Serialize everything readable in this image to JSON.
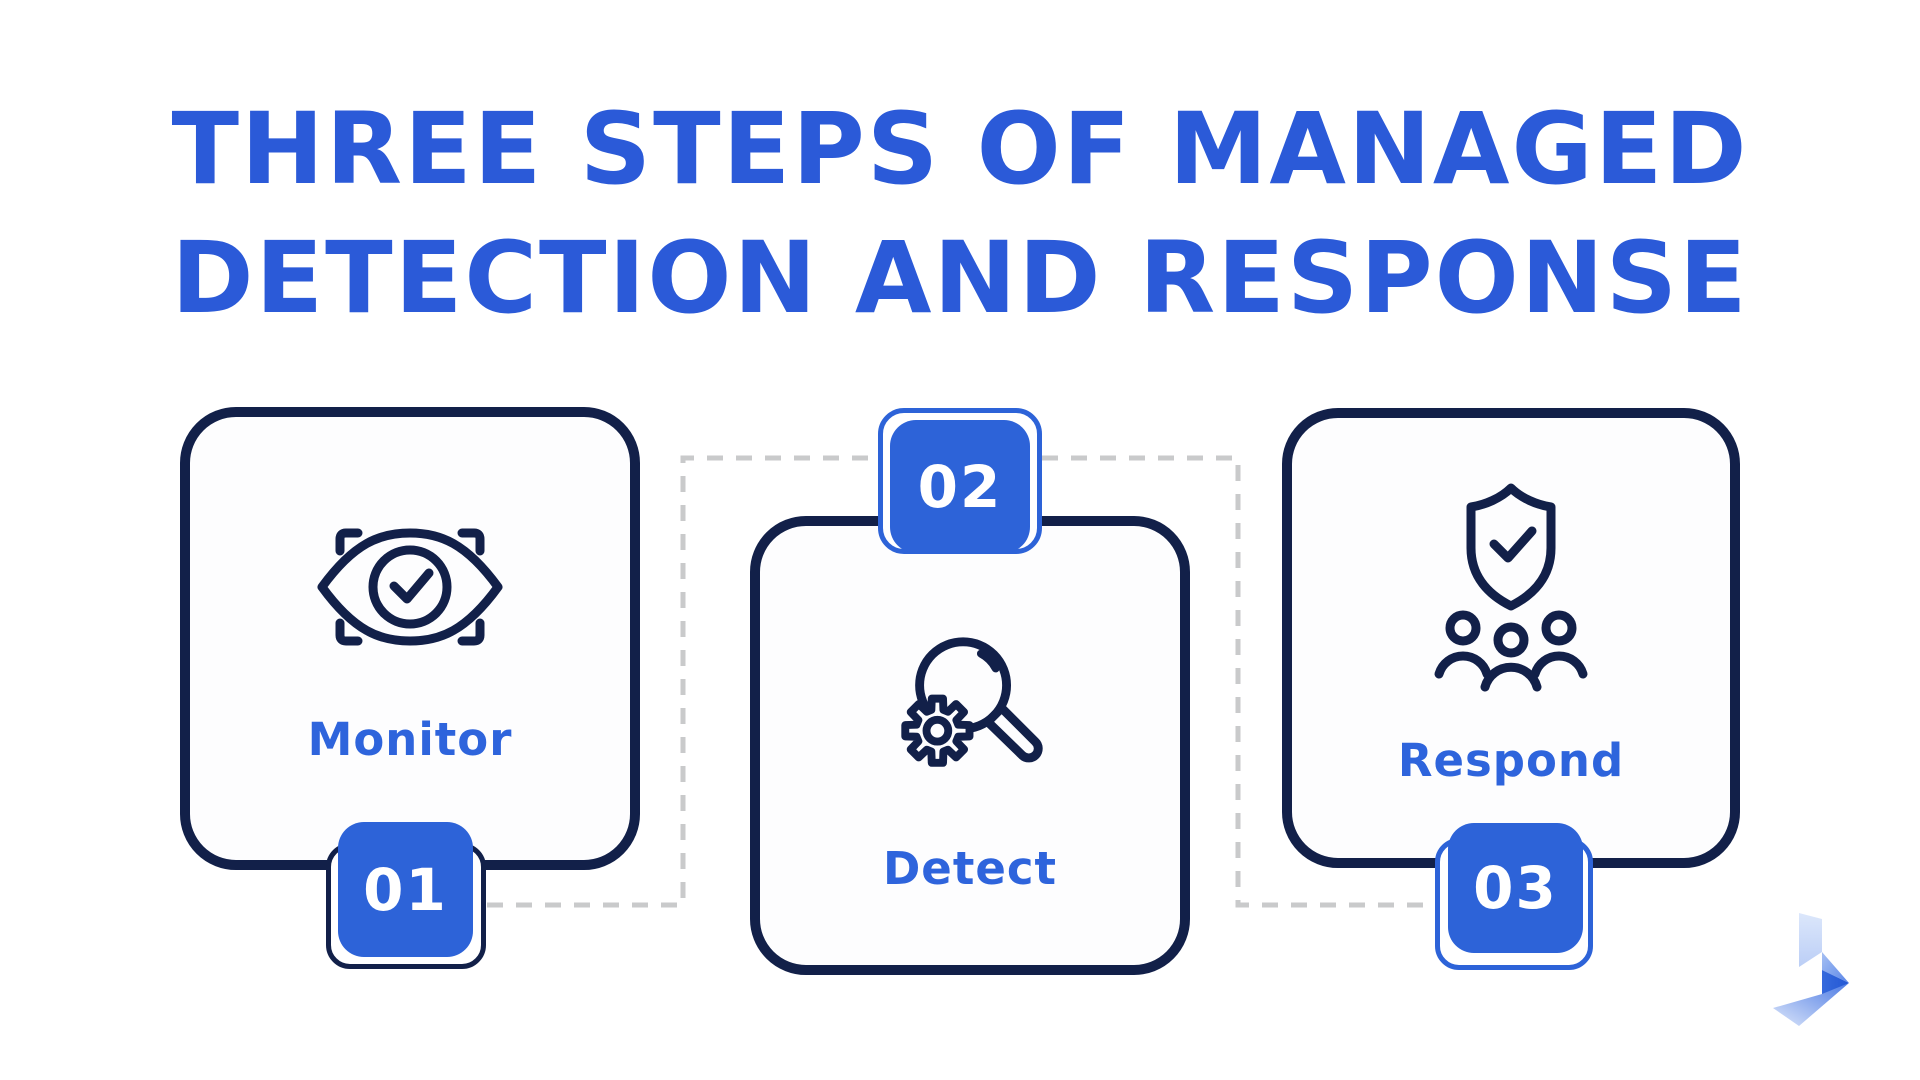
{
  "title": {
    "line1": "THREE STEPS OF MANAGED",
    "line2": "DETECTION AND RESPONSE"
  },
  "steps": [
    {
      "number": "01",
      "label": "Monitor",
      "icon": "eye-scan-icon"
    },
    {
      "number": "02",
      "label": "Detect",
      "icon": "magnifier-gear-icon"
    },
    {
      "number": "03",
      "label": "Respond",
      "icon": "shield-check-team-icon"
    }
  ],
  "logo": {
    "name": "brand-logo-mark"
  },
  "colors": {
    "navy": "#122049",
    "blue": "#2D63D8",
    "title-blue": "#2B5AD8",
    "label-blue": "#2E64DC",
    "dash-gray": "#C9CACB",
    "card-bg": "#FDFDFE",
    "page-bg": "#FFFFFF"
  }
}
